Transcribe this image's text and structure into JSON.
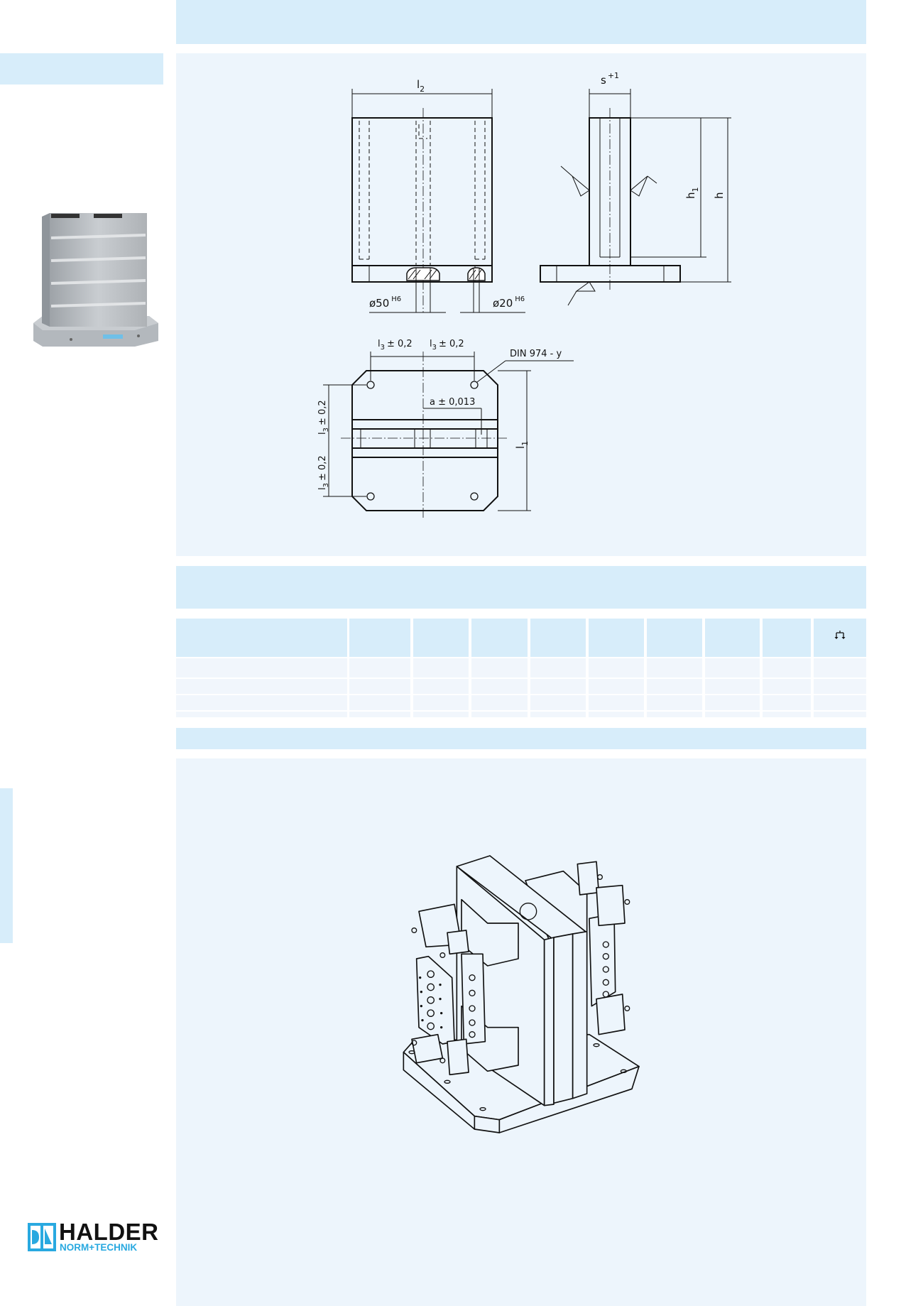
{
  "drawing": {
    "front_view": {
      "dim_width": "l",
      "dim_width_sub": "2",
      "bore_large": "ø50",
      "bore_large_tol": "H6",
      "bore_small": "ø20",
      "bore_small_tol": "H6"
    },
    "side_view": {
      "dim_thickness": "s",
      "dim_thickness_tol": "+1",
      "dim_height_1": "h",
      "dim_height_1_sub": "1",
      "dim_height": "h"
    },
    "plan_view": {
      "dim_l3": "l",
      "dim_l3_sub": "3",
      "dim_l3_tol": "± 0,2",
      "din_label": "DIN 974 - y",
      "dim_a": "a ± 0,013",
      "dim_length": "l",
      "dim_length_sub": "1"
    }
  },
  "table": {
    "columns": 10,
    "header_icon": "weight-icon",
    "rows": 4
  },
  "logo": {
    "brand": "HALDER",
    "subtitle": "NORM+TECHNIK"
  },
  "colors": {
    "band": "#d7edfa",
    "panel": "#edf5fc",
    "row": "#f1f6fc",
    "brand_cyan": "#29a9e0"
  }
}
